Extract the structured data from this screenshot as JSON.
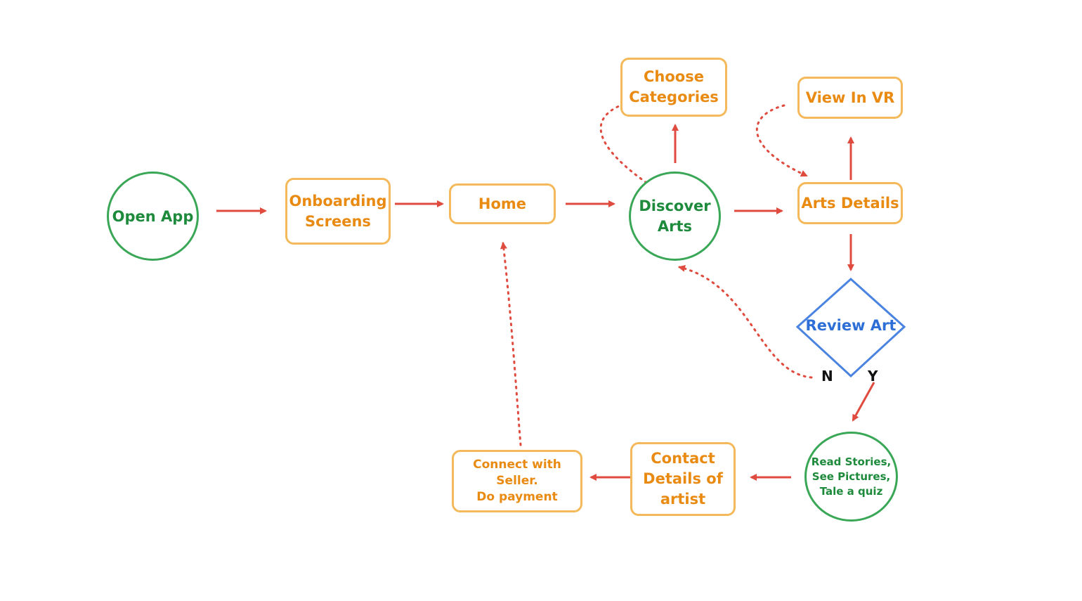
{
  "nodes": {
    "open_app": "Open App",
    "onboarding": "Onboarding\nScreens",
    "home": "Home",
    "discover": "Discover\nArts",
    "choose": "Choose\nCategories",
    "view_vr": "View In VR",
    "arts_details": "Arts Details",
    "review": "Review Art",
    "read": "Read Stories,\nSee Pictures,\nTale a quiz",
    "contact": "Contact\nDetails of\nartist",
    "connect": "Connect with\nSeller.\nDo payment"
  },
  "decision_labels": {
    "no": "N",
    "yes": "Y"
  },
  "colors": {
    "box_border": "#f4b95a",
    "box_text": "#e98a12",
    "circle_border": "#3aa757",
    "circle_text": "#1e8a3c",
    "diamond": "#4a84e0",
    "arrow": "#e04b3f"
  }
}
